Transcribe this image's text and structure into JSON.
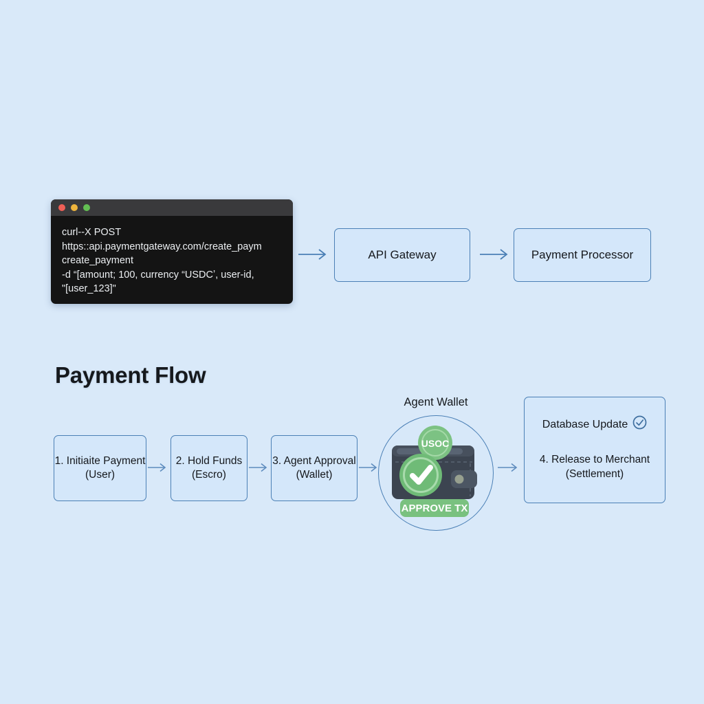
{
  "background_color": "#d9e9f9",
  "accent_color": "#4a7fb5",
  "box_fill_color": "#d4e7fa",
  "text_color": "#15181c",
  "green_color": "#79c17f",
  "terminal": {
    "title_bar_color": "#3a3a3c",
    "body_color": "#141414",
    "dots": [
      "red",
      "amber",
      "green"
    ],
    "code_lines": [
      "curl--X POST",
      "https::api.paymentgateway.com/create_paym",
      "create_payment",
      "-d “[amount; 100, currency “USDCʼ, user-id,",
      "\"[user_123]\""
    ]
  },
  "top_flow": {
    "api_gateway_label": "API Gateway",
    "payment_processor_label": "Payment Processor"
  },
  "section": {
    "title": "Payment Flow"
  },
  "steps": [
    {
      "line1": "1. Initiaite Payment",
      "line2": "(User)"
    },
    {
      "line1": "2. Hold Funds",
      "line2": "(Escro)"
    },
    {
      "line1": "3. Agent Approval",
      "line2": "(Wallet)"
    },
    {
      "line1": "4. Release to Merchant",
      "line2": "(Settlement)"
    }
  ],
  "database_update": {
    "label": "Database Update",
    "icon": "check-circle-icon"
  },
  "wallet": {
    "label": "Agent Wallet",
    "coin_text": "USOC",
    "badge_text": "APPROVE TX",
    "check_icon": "check-mark-icon",
    "body_color": "#3c4450",
    "coin_color": "#7cc283",
    "badge_color": "#79c17f"
  },
  "arrows": {
    "icon": "arrow-right-icon",
    "count": 6
  }
}
